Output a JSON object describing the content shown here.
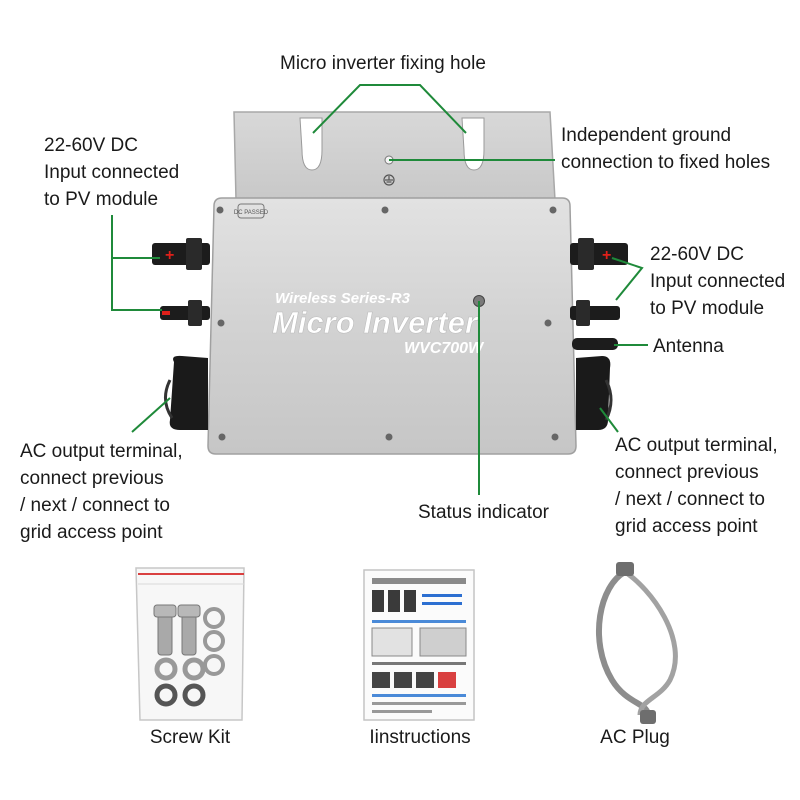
{
  "device": {
    "series_text": "Wireless Series-R3",
    "product_name": "Micro Inverter",
    "model": "WVC700W",
    "badge": "DC PASSED"
  },
  "callouts": {
    "fixing_hole": "Micro inverter fixing hole",
    "ground": "Independent ground\nconnection to fixed holes",
    "dc_input_left": "22-60V DC\nInput connected\nto PV module",
    "dc_input_right": "22-60V DC\nInput connected\nto PV module",
    "antenna": "Antenna",
    "ac_output_left": "AC output terminal,\nconnect previous\n/ next / connect to\ngrid access point",
    "ac_output_right": "AC output terminal,\nconnect previous\n/ next / connect to\ngrid access point",
    "status": "Status indicator"
  },
  "accessories": {
    "screw_kit": "Screw Kit",
    "instructions": "Iinstructions",
    "ac_plug": "AC Plug"
  },
  "colors": {
    "leader_line": "#1f8a3a",
    "panel": "#d4d4d4",
    "panel_edge": "#a8a8a8",
    "connector": "#1c1c1c",
    "plus_mark": "#e0201a"
  }
}
